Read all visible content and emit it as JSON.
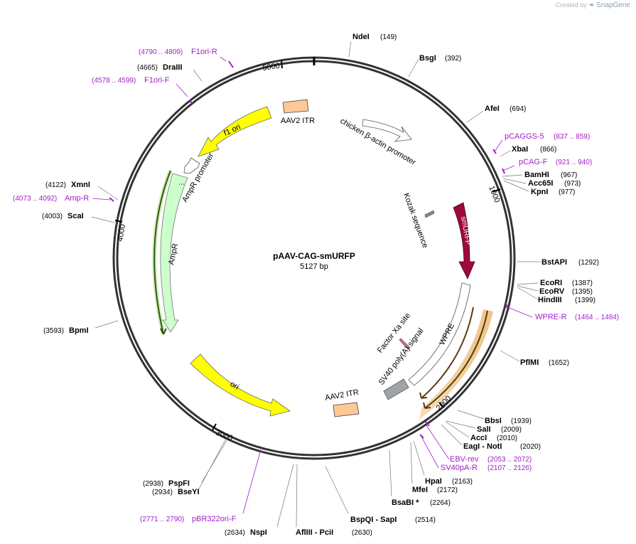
{
  "brand": {
    "created_by": "Created by",
    "app": "SnapGene"
  },
  "plasmid": {
    "name": "pAAV-CAG-smURFP",
    "size_label": "5127 bp",
    "length": 5127
  },
  "ticks": [
    "1000",
    "2000",
    "3000",
    "4000",
    "5000"
  ],
  "sites": [
    {
      "id": "ndei",
      "name": "NdeI",
      "pos": "(149)"
    },
    {
      "id": "bsgi",
      "name": "BsgI",
      "pos": "(392)"
    },
    {
      "id": "afei",
      "name": "AfeI",
      "pos": "(694)"
    },
    {
      "id": "xbai",
      "name": "XbaI",
      "pos": "(866)"
    },
    {
      "id": "bamhi",
      "name": "BamHI",
      "pos": "(967)"
    },
    {
      "id": "acc65i",
      "name": "Acc65I",
      "pos": "(973)"
    },
    {
      "id": "kpni",
      "name": "KpnI",
      "pos": "(977)"
    },
    {
      "id": "bstapi",
      "name": "BstAPI",
      "pos": "(1292)"
    },
    {
      "id": "ecori",
      "name": "EcoRI",
      "pos": "(1387)"
    },
    {
      "id": "ecorv",
      "name": "EcoRV",
      "pos": "(1395)"
    },
    {
      "id": "hindiii",
      "name": "HindIII",
      "pos": "(1399)"
    },
    {
      "id": "pflmi",
      "name": "PflMI",
      "pos": "(1652)"
    },
    {
      "id": "bbsi",
      "name": "BbsI",
      "pos": "(1939)"
    },
    {
      "id": "sali",
      "name": "SalI",
      "pos": "(2009)"
    },
    {
      "id": "acci",
      "name": "AccI",
      "pos": "(2010)"
    },
    {
      "id": "eagi",
      "name": "EagI  - NotI",
      "pos": "(2020)"
    },
    {
      "id": "hpai",
      "name": "HpaI",
      "pos": "(2163)"
    },
    {
      "id": "mfei",
      "name": "MfeI",
      "pos": "(2172)"
    },
    {
      "id": "bsabi",
      "name": "BsaBI *",
      "pos": "(2264)"
    },
    {
      "id": "bspqi",
      "name": "BspQI  - SapI",
      "pos": "(2514)"
    },
    {
      "id": "afliii",
      "name": "AflIII  - PciI",
      "pos": "(2630)"
    },
    {
      "id": "nspi",
      "name": "NspI",
      "pos": "(2634)"
    },
    {
      "id": "bseyi",
      "name": "BseYI",
      "pos": "(2934)"
    },
    {
      "id": "pspfi",
      "name": "PspFI",
      "pos": "(2938)"
    },
    {
      "id": "bpmi",
      "name": "BpmI",
      "pos": "(3593)"
    },
    {
      "id": "scai",
      "name": "ScaI",
      "pos": "(4003)"
    },
    {
      "id": "xmni",
      "name": "XmnI",
      "pos": "(4122)"
    },
    {
      "id": "draiii",
      "name": "DraIII",
      "pos": "(4665)"
    }
  ],
  "primers": [
    {
      "id": "pcaggs5",
      "name": "pCAGGS-5",
      "pos": "(837 .. 859)"
    },
    {
      "id": "pcagf",
      "name": "pCAG-F",
      "pos": "(921 .. 940)"
    },
    {
      "id": "wprer",
      "name": "WPRE-R",
      "pos": "(1464 .. 1484)"
    },
    {
      "id": "ebvrev",
      "name": "EBV-rev",
      "pos": "(2053 .. 2072)"
    },
    {
      "id": "sv40par",
      "name": "SV40pA-R",
      "pos": "(2107 .. 2126)"
    },
    {
      "id": "pbr322orif",
      "name": "pBR322ori-F",
      "pos": "(2771 .. 2790)"
    },
    {
      "id": "ampr",
      "name": "Amp-R",
      "pos": "(4073 .. 4092)"
    },
    {
      "id": "f1orif",
      "name": "F1ori-F",
      "pos": "(4578 .. 4599)"
    },
    {
      "id": "f1orir",
      "name": "F1ori-R",
      "pos": "(4790 .. 4809)"
    }
  ],
  "features": {
    "aav2_itr_top": "AAV2 ITR",
    "chicken_actin": "chicken β-actin promoter",
    "kozak": "Kozak sequence",
    "smurfp": "smURFP",
    "wpre": "WPRE",
    "factor_xa": "Factor Xa site",
    "sv40_polya": "SV40 poly(A) signal",
    "aav2_itr_bottom": "AAV2 ITR",
    "ori": "ori",
    "ampr": "AmpR",
    "ampr_promoter": "AmpR promoter",
    "f1_ori": "f1 ori"
  },
  "colors": {
    "primer": "#a020c8",
    "smurfp": "#9b0a3a",
    "itr": "#ffc896",
    "f1ori": "#ffff00",
    "ori": "#ffff00",
    "ampr": "#ccffcc",
    "sv40": "#a0a4a8",
    "wpre_highlight": "#e8b060"
  }
}
